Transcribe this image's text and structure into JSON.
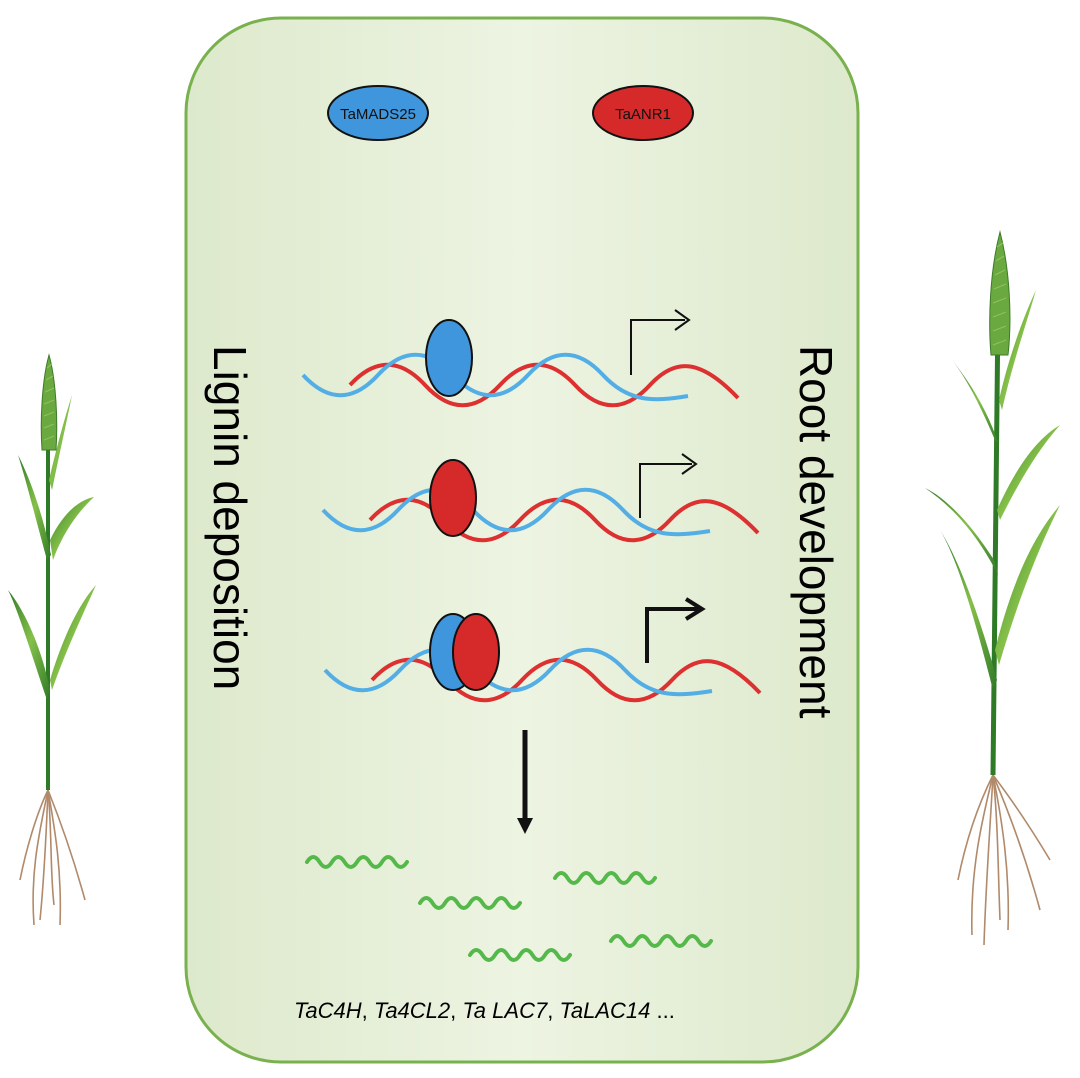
{
  "proteins": {
    "madsLabel": "TaMADS25",
    "anrLabel": "TaANR1",
    "madsColor": "#3f96dc",
    "anrColor": "#d62a2a"
  },
  "leftLabel": "Lignin deposition",
  "rightLabel": "Root development",
  "genes": {
    "g1": "TaC4H",
    "sep1": ", ",
    "g2": "Ta4CL2",
    "sep2": ", ",
    "g3": "Ta LAC7",
    "sep3": ", ",
    "g4": "TaLAC14",
    "suffix": " ..."
  },
  "colors": {
    "panelFill": "#e6f0d6",
    "panelStroke": "#7ab14f",
    "dnaBlue": "#54aee6",
    "dnaRed": "#dd3030",
    "mrna": "#55b84a",
    "leaf": "#3d8a2f",
    "root": "#b08a6a"
  }
}
